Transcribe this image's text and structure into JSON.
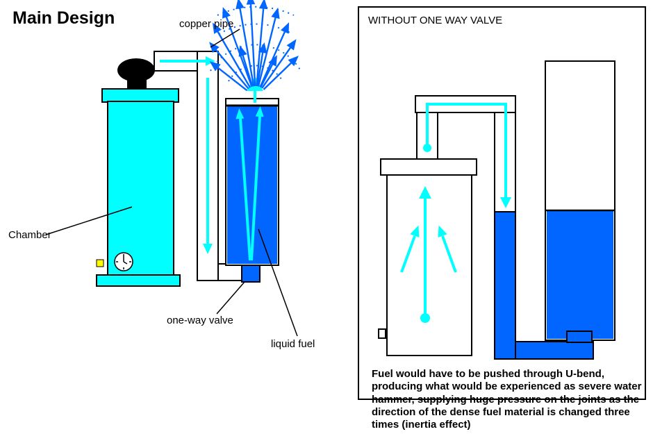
{
  "left": {
    "title": "Main Design",
    "labels": {
      "copper_pipe": "copper pipe",
      "chamber": "Chamber",
      "one_way_valve": "one-way valve",
      "liquid_fuel": "liquid fuel"
    }
  },
  "right": {
    "title": "WITHOUT ONE WAY VALVE",
    "caption": "Fuel would have to be pushed through U-bend, producing what would be experienced as severe water hammer, supplying huge pressure on the joints as the direction of the dense fuel material is changed three times (inertia effect)"
  },
  "colors": {
    "cyan": "#00ffff",
    "fuel_blue": "#0066ff",
    "outline_black": "#000000",
    "gauge_yellow": "#ffff00",
    "background": "#ffffff"
  }
}
